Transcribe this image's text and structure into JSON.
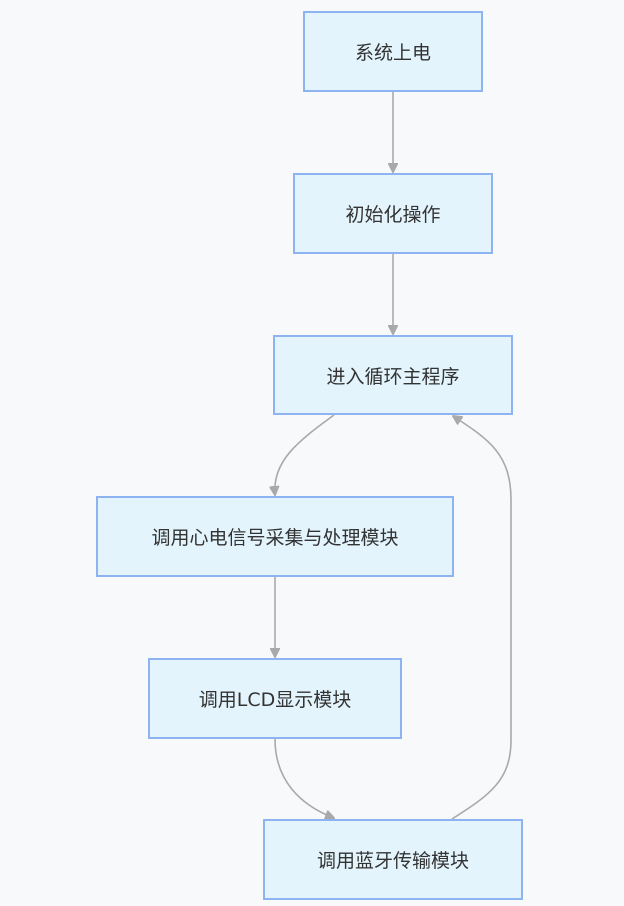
{
  "nodes": {
    "power_on": "系统上电",
    "init": "初始化操作",
    "main_loop": "进入循环主程序",
    "ecg_module": "调用心电信号采集与处理模块",
    "lcd_module": "调用LCD显示模块",
    "bt_module": "调用蓝牙传输模块"
  },
  "colors": {
    "node_fill": "#e3f4fd",
    "node_border": "#8db4f0",
    "edge": "#a9a9a9",
    "background": "#f8f9fb"
  }
}
